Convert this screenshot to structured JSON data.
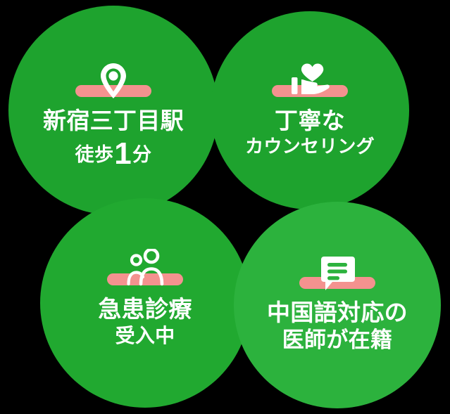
{
  "theme": {
    "circle_green": "#1ea32e",
    "circle_green_light": "#21a930",
    "circle_green_lightest": "#2cb23d",
    "accent_bar": "#f4928f",
    "text_color": "#ffffff",
    "background": "#000000"
  },
  "badges": [
    {
      "id": "station",
      "icon": "map-pin-icon",
      "line1": "新宿三丁目駅",
      "line2_prefix": "徒歩",
      "line2_number": "1",
      "line2_suffix": "分"
    },
    {
      "id": "counseling",
      "icon": "hand-holding-heart-icon",
      "line1": "丁寧な",
      "line2": "カウンセリング"
    },
    {
      "id": "urgent-care",
      "icon": "two-people-icon",
      "line1": "急患診療",
      "line2": "受入中"
    },
    {
      "id": "chinese-support",
      "icon": "speech-bubble-icon",
      "line1": "中国語対応の",
      "line2": "医師が在籍"
    }
  ]
}
